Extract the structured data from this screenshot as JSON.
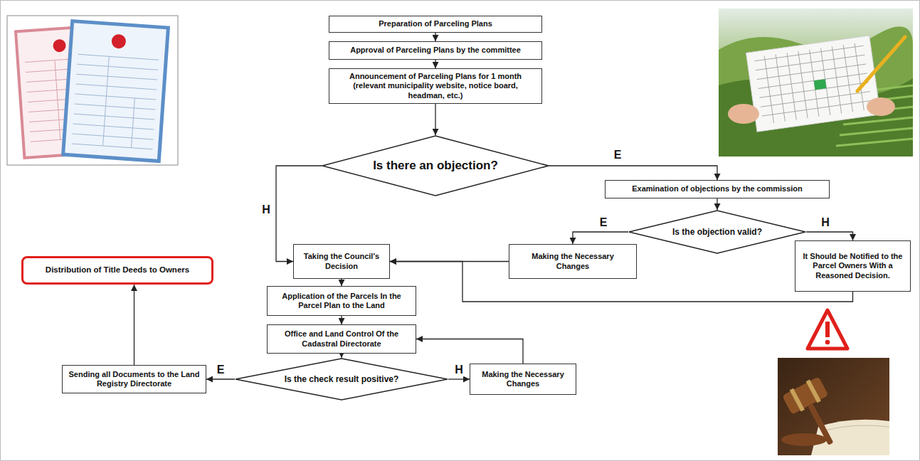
{
  "diagram": {
    "nodes": [
      {
        "text": [
          "Preparation of Parceling Plans"
        ]
      },
      {
        "text": [
          "Approval of Parceling Plans by the committee"
        ]
      },
      {
        "text": [
          "Announcement of Parceling Plans for 1 month (relevant municipality website, notice board, headman, etc.)"
        ]
      },
      {
        "text": [
          "Is there an objection?"
        ]
      },
      {
        "text": [
          "Examination of objections by the commission"
        ]
      },
      {
        "text": [
          "Is the objection valid?"
        ]
      },
      {
        "text": [
          "Taking the Council's Decision"
        ]
      },
      {
        "text": [
          "Making the Necessary Changes"
        ]
      },
      {
        "text": [
          "It Should be Notified to the Parcel Owners With a Reasoned Decision."
        ]
      },
      {
        "text": [
          "Application of the Parcels In the Parcel Plan to the Land"
        ]
      },
      {
        "text": [
          "Office and Land Control Of the Cadastral Directorate"
        ]
      },
      {
        "text": [
          "Is the check result positive?"
        ]
      },
      {
        "text": [
          "Making the Necessary Changes"
        ]
      },
      {
        "text": [
          "Sending all Documents to the Land Registry Directorate"
        ]
      },
      {
        "text": [
          "Distribution of Title Deeds to Owners"
        ]
      }
    ],
    "edges": [
      {
        "from": 0,
        "to": 1,
        "arrow": "to"
      },
      {
        "from": 1,
        "to": 2,
        "arrow": "to"
      },
      {
        "from": 2,
        "to": 3,
        "arrow": "to"
      },
      {
        "from": 3,
        "to": 6,
        "label": "H",
        "arrow": "to"
      },
      {
        "from": 3,
        "to": 4,
        "label": "E",
        "arrow": "to"
      },
      {
        "from": 4,
        "to": 5,
        "arrow": "to"
      },
      {
        "from": 5,
        "to": 7,
        "label": "E",
        "arrow": "to"
      },
      {
        "from": 5,
        "to": 8,
        "label": "H",
        "arrow": "to"
      },
      {
        "from": 7,
        "to": 6,
        "arrow": "to"
      },
      {
        "from": 8,
        "to": 6,
        "arrow": "to"
      },
      {
        "from": 6,
        "to": 9,
        "arrow": "to"
      },
      {
        "from": 9,
        "to": 10,
        "arrow": "to"
      },
      {
        "from": 10,
        "to": 11,
        "arrow": "to"
      },
      {
        "from": 11,
        "to": 13,
        "label": "E",
        "arrow": "to"
      },
      {
        "from": 11,
        "to": 12,
        "label": "H",
        "arrow": "to"
      },
      {
        "from": 12,
        "to": 10,
        "arrow": "to"
      },
      {
        "from": 13,
        "to": 14,
        "arrow": "to"
      }
    ]
  }
}
